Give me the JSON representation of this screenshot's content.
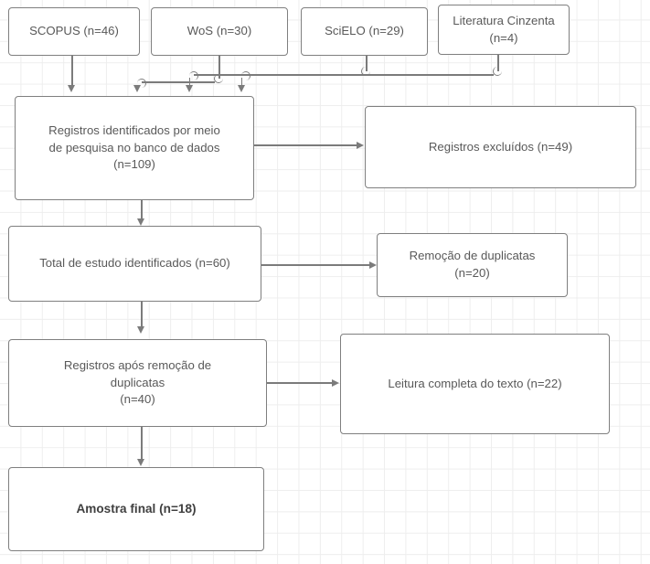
{
  "diagram": {
    "title": "PRISMA flow diagram",
    "language": "pt-BR",
    "style": {
      "box_border_color": "#7f7f7f",
      "connector_color": "#7b7b7b",
      "text_color": "#595959",
      "grid_color": "#eeeeee",
      "background": "#ffffff"
    },
    "sources": [
      {
        "id": "scopus",
        "label": "SCOPUS (n=46)",
        "count": 46
      },
      {
        "id": "wos",
        "label": "WoS (n=30)",
        "count": 30
      },
      {
        "id": "scielo",
        "label": "SciELO (n=29)",
        "count": 29
      },
      {
        "id": "cinzenta",
        "label": "Literatura Cinzenta\n(n=4)",
        "count": 4
      }
    ],
    "stages": [
      {
        "id": "identificados",
        "label": "Registros identificados por meio\nde pesquisa no banco de dados\n(n=109)",
        "count": 109
      },
      {
        "id": "total-estudos",
        "label": "Total de estudo identificados (n=60)",
        "count": 60
      },
      {
        "id": "apos-remocao",
        "label": "Registros após remoção de\nduplicatas\n(n=40)",
        "count": 40
      },
      {
        "id": "amostra-final",
        "label": "Amostra final (n=18)",
        "count": 18
      }
    ],
    "side_boxes": [
      {
        "id": "excluidos",
        "label": "Registros excluídos (n=49)",
        "count": 49
      },
      {
        "id": "duplicatas",
        "label": "Remoção de duplicatas\n(n=20)",
        "count": 20
      },
      {
        "id": "leitura",
        "label": "Leitura completa do texto (n=22)",
        "count": 22
      }
    ]
  }
}
